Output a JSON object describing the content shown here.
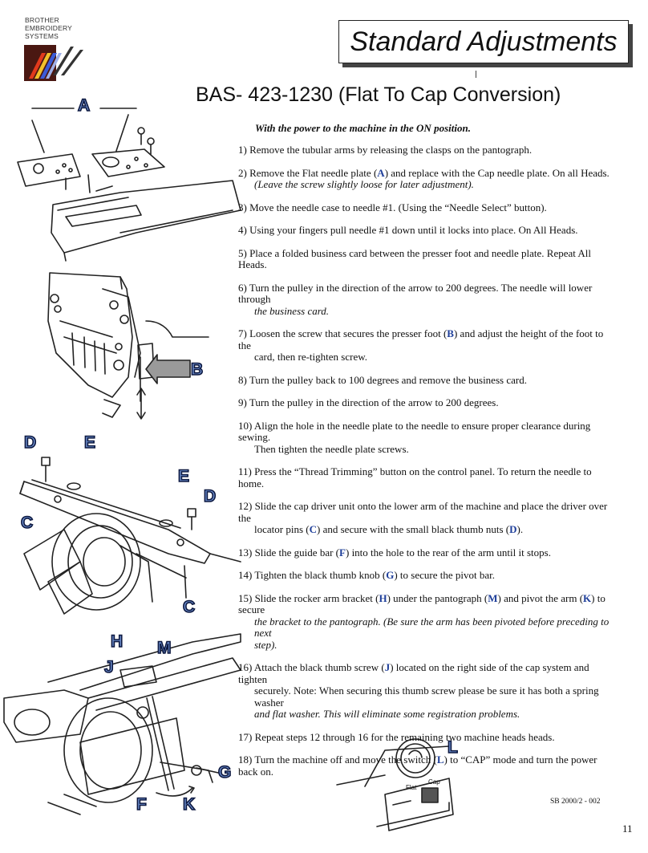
{
  "logo": {
    "lines": [
      "BROTHER",
      "EMBROIDERY",
      "SYSTEMS"
    ]
  },
  "header": {
    "title": "Standard Adjustments"
  },
  "document": {
    "heading": "BAS- 423-1230 (Flat To Cap Conversion)"
  },
  "intro": "With the power to the machine in the ON position.",
  "steps": [
    {
      "lines": [
        "1)   Remove the tubular arms by releasing the clasps on the pantograph."
      ]
    },
    {
      "lines": [
        "2)   Remove the Flat needle plate (A) and replace with the Cap needle plate.  On all Heads."
      ],
      "notes": [
        "(Leave the screw slightly loose for later adjustment)."
      ]
    },
    {
      "lines": [
        "3)   Move the needle case to needle #1.  (Using the “Needle Select” button)."
      ]
    },
    {
      "lines": [
        "4)   Using your fingers pull needle #1 down until it locks into place.  On All Heads."
      ]
    },
    {
      "lines": [
        "5)   Place a folded business card between the presser foot and needle plate.  Repeat All Heads."
      ]
    },
    {
      "lines": [
        "6)   Turn the pulley in the direction of the arrow to 200 degrees.  The needle will lower through"
      ],
      "notes": [
        "the business card."
      ]
    },
    {
      "lines": [
        "7)   Loosen the screw that secures the presser foot (B) and adjust the height of the foot to the"
      ],
      "cont": [
        "card, then re-tighten screw."
      ]
    },
    {
      "lines": [
        "8)   Turn the pulley back to 100 degrees and remove the business card."
      ]
    },
    {
      "lines": [
        "9)   Turn the pulley in the direction of the arrow to 200 degrees."
      ]
    },
    {
      "lines": [
        "10) Align the hole in the needle plate to the needle to ensure proper clearance during sewing."
      ],
      "cont": [
        "Then tighten the needle plate screws."
      ]
    },
    {
      "lines": [
        "11) Press the “Thread Trimming” button on the control panel.  To return the needle to home."
      ]
    },
    {
      "lines": [
        "12) Slide the cap driver unit onto the lower arm of the machine and place the driver over the"
      ],
      "cont": [
        "locator pins (C) and secure with the small black thumb nuts (D)."
      ]
    },
    {
      "lines": [
        "13) Slide the guide bar (F) into the hole to the rear of the arm until it stops."
      ]
    },
    {
      "lines": [
        "14) Tighten the black thumb knob (G) to secure the pivot bar."
      ]
    },
    {
      "lines": [
        "15) Slide the rocker arm bracket (H) under the pantograph (M) and pivot the arm (K) to secure"
      ],
      "notes": [
        "the bracket to the pantograph.  (Be sure the arm has been pivoted before preceding to next",
        "step)."
      ]
    },
    {
      "lines": [
        "16) Attach the black thumb screw (J) located on the right side of the cap system and tighten"
      ],
      "cont": [
        "securely.  Note: When securing this thumb screw please be sure it has both a spring washer"
      ],
      "notes": [
        "and flat washer.  This will eliminate some registration problems."
      ]
    },
    {
      "lines": [
        "17) Repeat steps 12 through 16 for the remaining two machine heads heads."
      ]
    },
    {
      "lines": [
        "18) Turn the machine off and move the switch (L) to “CAP” mode and turn the power back on."
      ]
    }
  ],
  "callouts": {
    "A": "A",
    "B": "B",
    "C": "C",
    "D": "D",
    "E": "E",
    "F": "F",
    "G": "G",
    "H": "H",
    "J": "J",
    "K": "K",
    "L": "L",
    "M": "M"
  },
  "switch_labels": {
    "left": "Flat",
    "right": "Cap"
  },
  "footer": {
    "code": "SB 2000/2 - 002",
    "page": "11"
  }
}
